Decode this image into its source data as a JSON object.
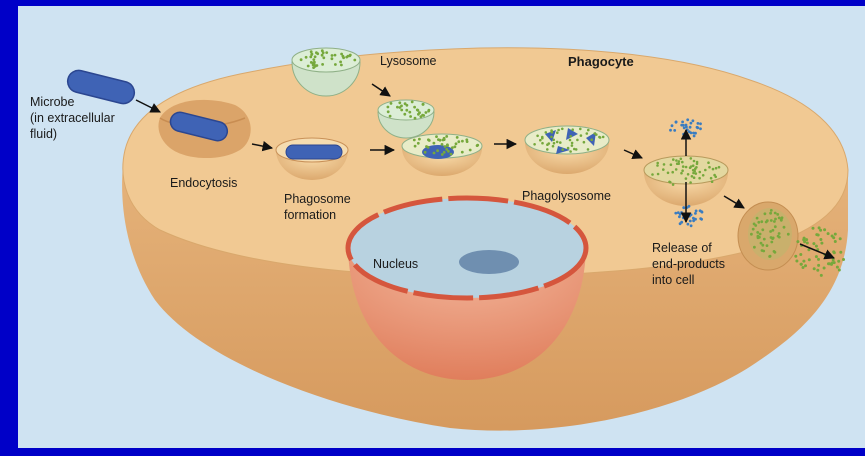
{
  "labels": {
    "microbe": [
      "Microbe",
      "(in extracellular",
      "fluid)"
    ],
    "lysosome": "Lysosome",
    "phagocyte": "Phagocyte",
    "endocytosis": "Endocytosis",
    "phagosome_formation": [
      "Phagosome",
      "formation"
    ],
    "phagolysosome": "Phagolysosome",
    "nucleus": "Nucleus",
    "release": [
      "Release of",
      "end-products",
      "into cell"
    ]
  },
  "colors": {
    "frame_border": "#0000c8",
    "panel_background": "#cfe3f2",
    "cell_surface": "#f1c993",
    "cell_body": "#e2ad74",
    "microbe": "#3f63b5",
    "lysosome": "#cfe2c9",
    "enzyme_dots": "#76a83c",
    "nucleus_envelope": "#d5563d",
    "nucleoplasm": "#b8d2e0",
    "nucleolus": "#6f8fb0"
  }
}
